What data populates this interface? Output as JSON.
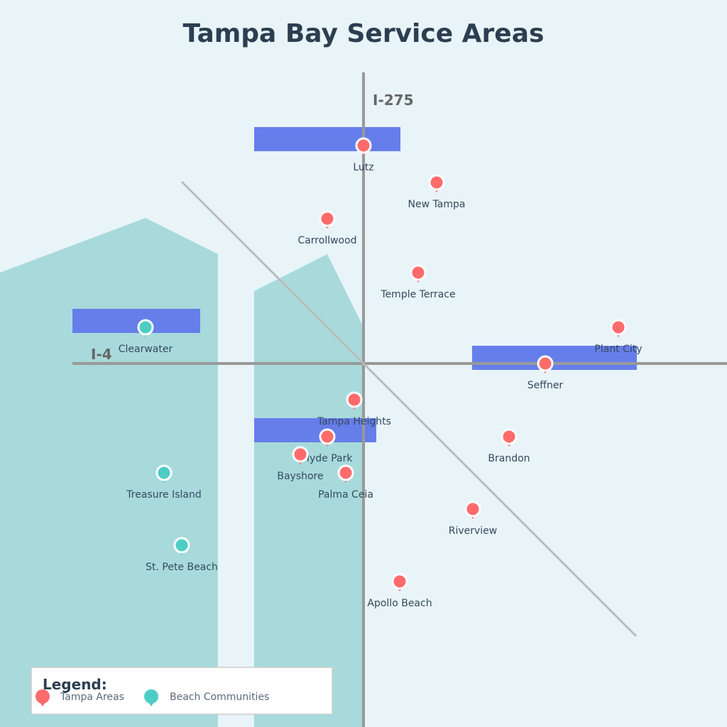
{
  "title": "Tampa Bay Service Areas",
  "roads": [
    {
      "name": "I-275"
    },
    {
      "name": "I-4"
    }
  ],
  "colors": {
    "background": "#e8f4f8",
    "water": "#a8dadc",
    "highlight": "#667eea",
    "tampa": "#ff6b6b",
    "beach": "#4ecdc4",
    "road": "#999999",
    "text": "#2c3e50"
  },
  "locations": [
    {
      "name": "Lutz",
      "type": "tampa"
    },
    {
      "name": "New Tampa",
      "type": "tampa"
    },
    {
      "name": "Carrollwood",
      "type": "tampa"
    },
    {
      "name": "Temple Terrace",
      "type": "tampa"
    },
    {
      "name": "Plant City",
      "type": "tampa"
    },
    {
      "name": "Clearwater",
      "type": "beach"
    },
    {
      "name": "Seffner",
      "type": "tampa"
    },
    {
      "name": "Tampa Heights",
      "type": "tampa"
    },
    {
      "name": "Hyde Park",
      "type": "tampa"
    },
    {
      "name": "Bayshore",
      "type": "tampa"
    },
    {
      "name": "Palma Ceia",
      "type": "tampa"
    },
    {
      "name": "Brandon",
      "type": "tampa"
    },
    {
      "name": "Riverview",
      "type": "tampa"
    },
    {
      "name": "Treasure Island",
      "type": "beach"
    },
    {
      "name": "St. Pete Beach",
      "type": "beach"
    },
    {
      "name": "Apollo Beach",
      "type": "tampa"
    }
  ],
  "legend": {
    "title": "Legend:",
    "items": [
      {
        "label": "Tampa Areas",
        "type": "tampa"
      },
      {
        "label": "Beach Communities",
        "type": "beach"
      }
    ]
  }
}
